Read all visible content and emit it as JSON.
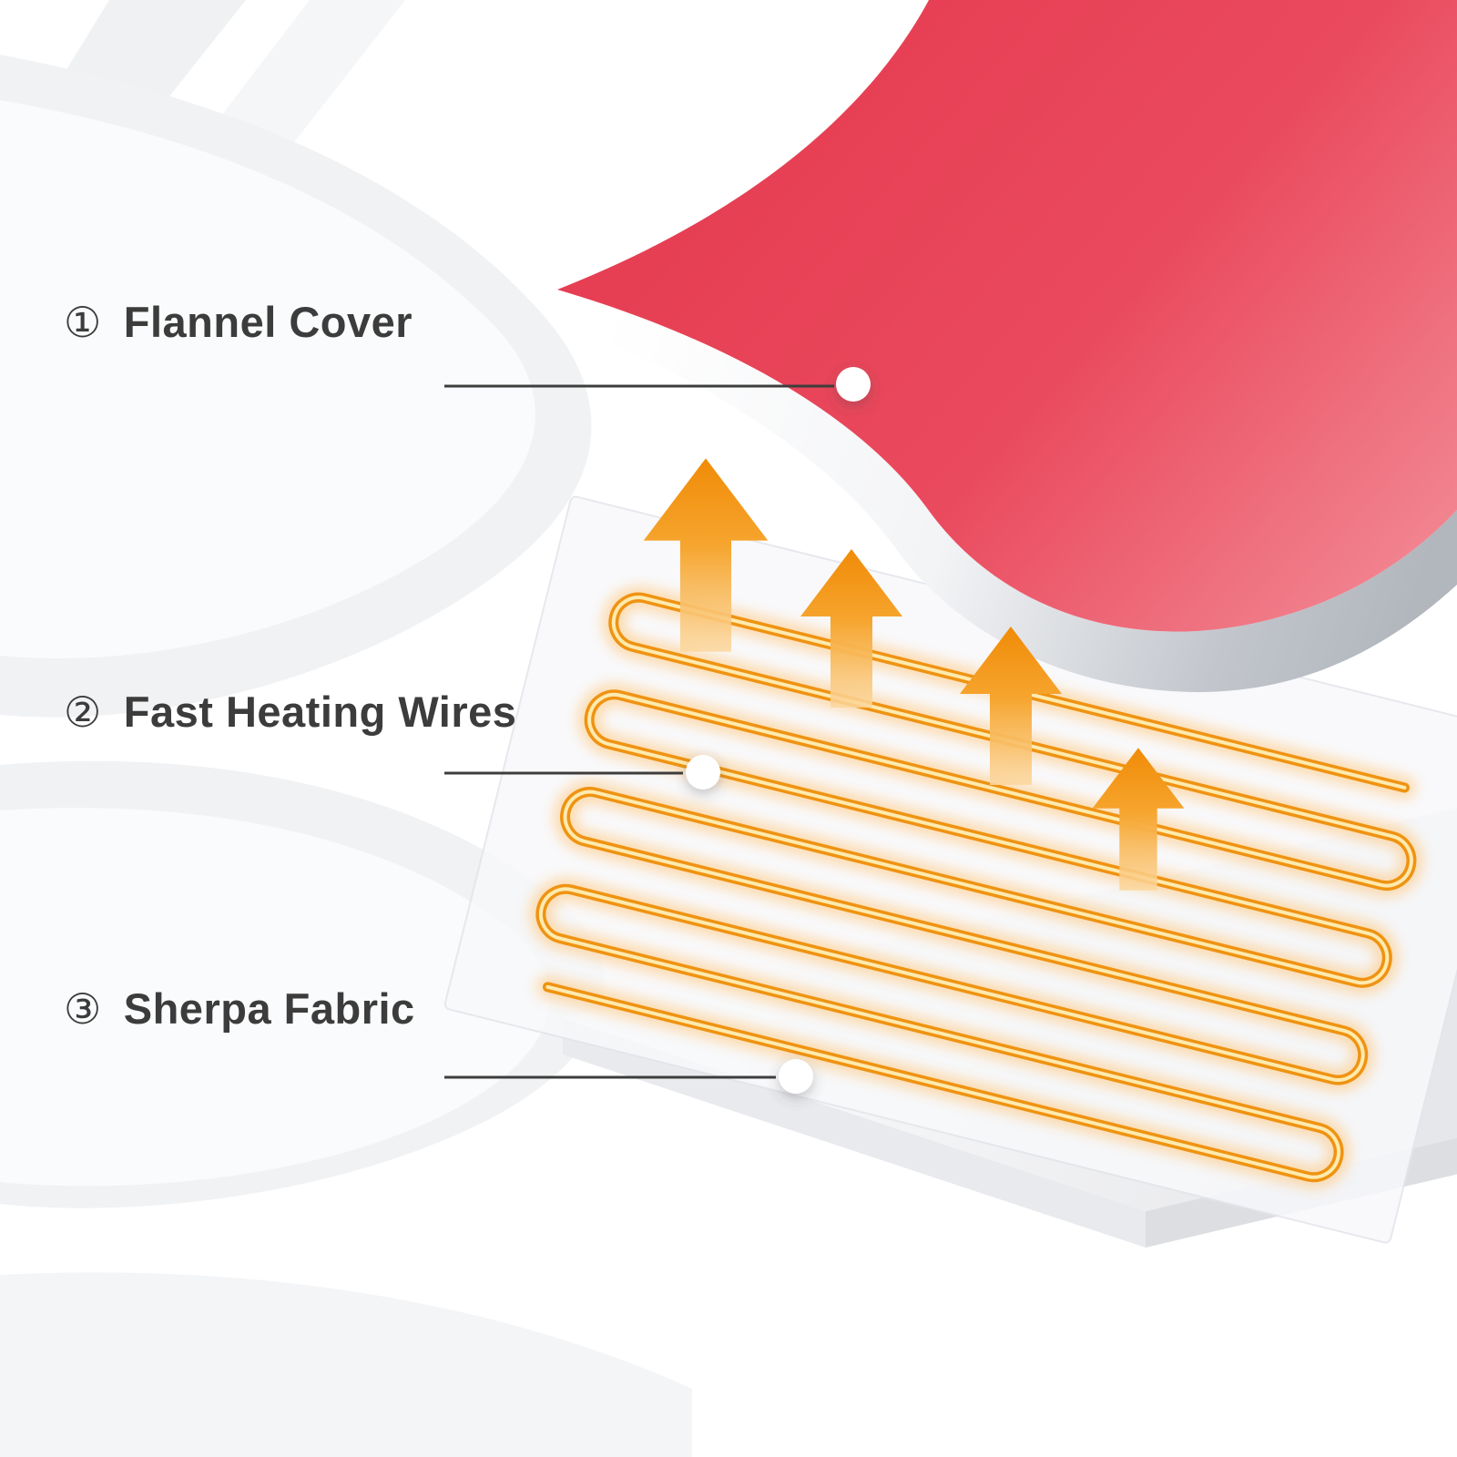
{
  "labels": [
    {
      "num": "①",
      "text": "Flannel Cover"
    },
    {
      "num": "②",
      "text": "Fast Heating Wires"
    },
    {
      "num": "③",
      "text": "Sherpa Fabric"
    }
  ],
  "colors": {
    "flannel_red": "#e94a5e",
    "wire_orange": "#f09212",
    "arrow_orange": "#f6a52e",
    "sherpa_gray": "#e8e9ec",
    "leader_line": "#3d3d3d",
    "label_text": "#3c3c3c"
  }
}
